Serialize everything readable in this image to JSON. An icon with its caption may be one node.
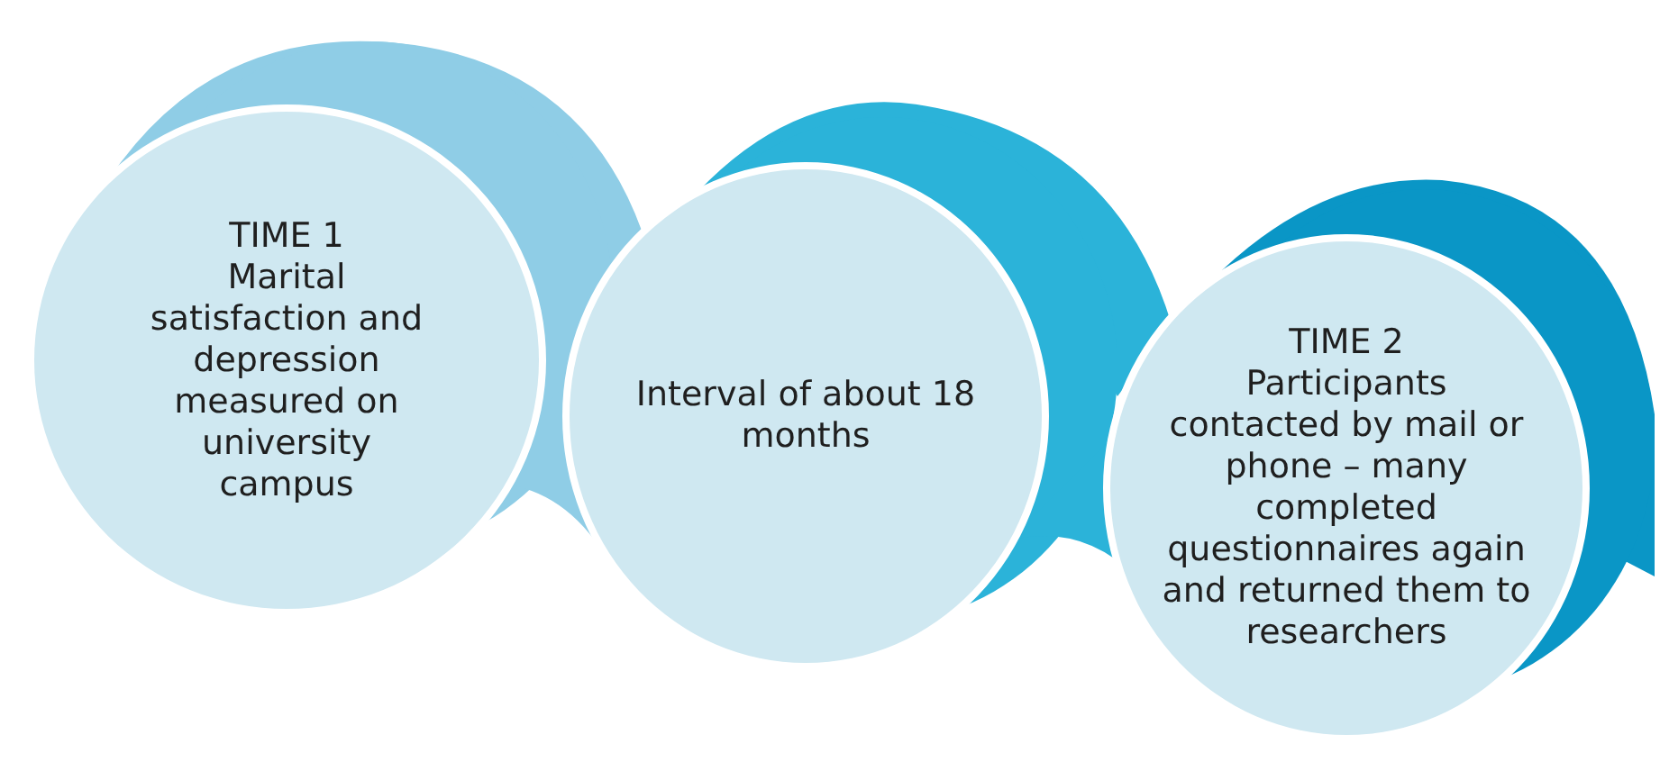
{
  "diagram": {
    "nodes": [
      {
        "text": [
          "TIME 1",
          "Marital satisfaction and depression measured on university campus"
        ]
      },
      {
        "text": [
          "Interval of about 18 months"
        ]
      },
      {
        "text": [
          "TIME 2",
          "Participants contacted by mail or phone – many completed questionnaires again and returned them to researchers"
        ]
      }
    ]
  }
}
